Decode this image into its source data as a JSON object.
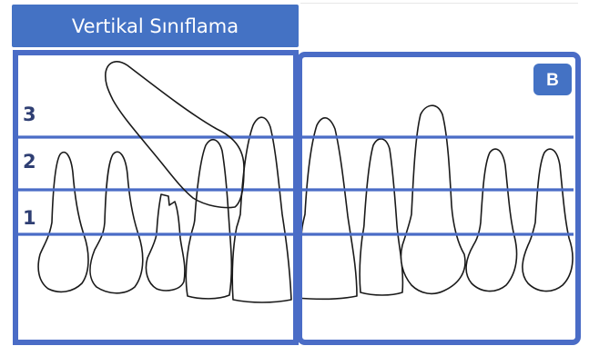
{
  "header": {
    "title": "Vertikal Sınıflama"
  },
  "panel_badge": "B",
  "levels": [
    "3",
    "2",
    "1"
  ],
  "colors": {
    "accent": "#4472c4",
    "frame": "#4a6cc6",
    "outline": "#1a1a1a"
  }
}
